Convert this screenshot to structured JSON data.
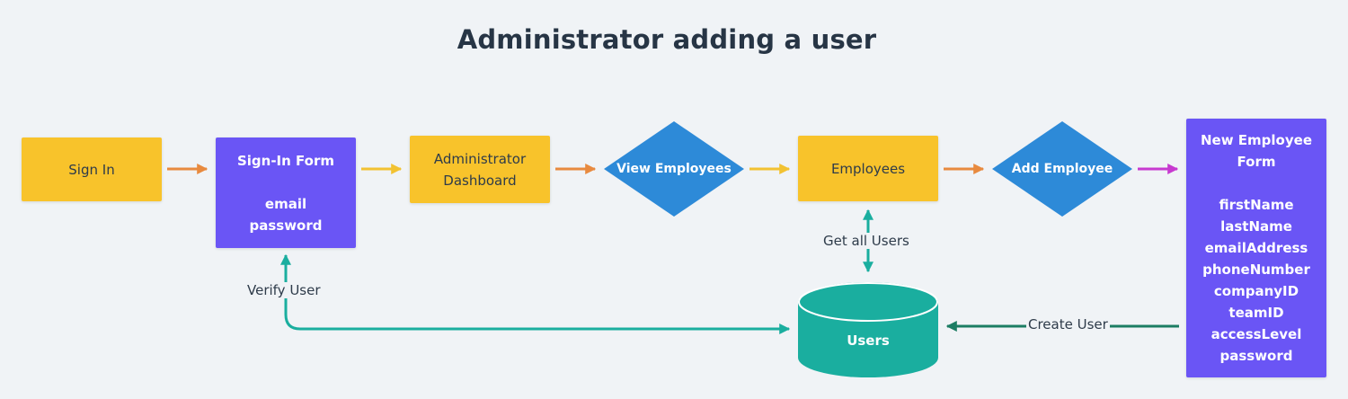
{
  "title": "Administrator adding a user",
  "nodes": {
    "sign_in": "Sign In",
    "sign_in_form": {
      "title": "Sign-In Form",
      "fields": [
        "email",
        "password"
      ]
    },
    "admin_dashboard": {
      "line1": "Administrator",
      "line2": "Dashboard"
    },
    "view_employees": "View Employees",
    "employees": "Employees",
    "add_employee": "Add Employee",
    "new_employee_form": {
      "title_line1": "New Employee",
      "title_line2": "Form",
      "fields": [
        "firstName",
        "lastName",
        "emailAddress",
        "phoneNumber",
        "companyID",
        "teamID",
        "accessLevel",
        "password"
      ]
    },
    "users_db": "Users"
  },
  "edges": {
    "verify_user": "Verify User",
    "get_all_users": "Get all Users",
    "create_user": "Create User"
  },
  "colors": {
    "background": "#f0f3f6",
    "process_yellow": "#f8c32b",
    "form_purple": "#6a55f5",
    "decision_blue": "#2d8ad8",
    "database_teal": "#1aae9f",
    "arrow_orange": "#e88a3f",
    "arrow_yellow": "#f2c232",
    "arrow_magenta": "#c73ad0",
    "arrow_teal": "#1aae9f",
    "arrow_dark_green": "#1c7d63"
  }
}
